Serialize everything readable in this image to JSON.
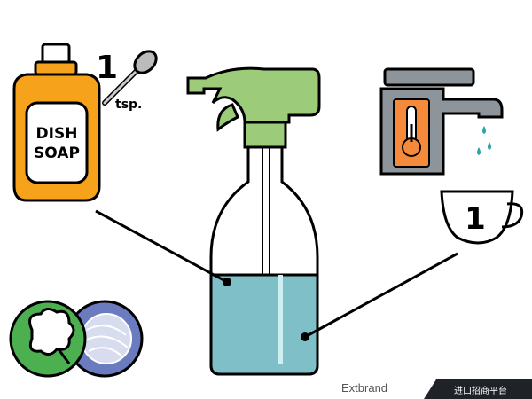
{
  "soap": {
    "line1": "DISH",
    "line2": "SOAP"
  },
  "spoon": {
    "amount": "1",
    "unit": "tsp."
  },
  "cup": {
    "amount": "1"
  },
  "watermark": {
    "brand": "Extbrand",
    "slogan": "进口招商平台"
  },
  "colors": {
    "bottle": "#f7a21b",
    "spray_head": "#9ccc7a",
    "liquid": "#7fc0c8",
    "faucet": "#8e959a",
    "thermo": "#f58a3a",
    "drops": "#2aa6a6",
    "cotton_bg": "#4caf50",
    "wool_bg": "#6b7bbf"
  }
}
